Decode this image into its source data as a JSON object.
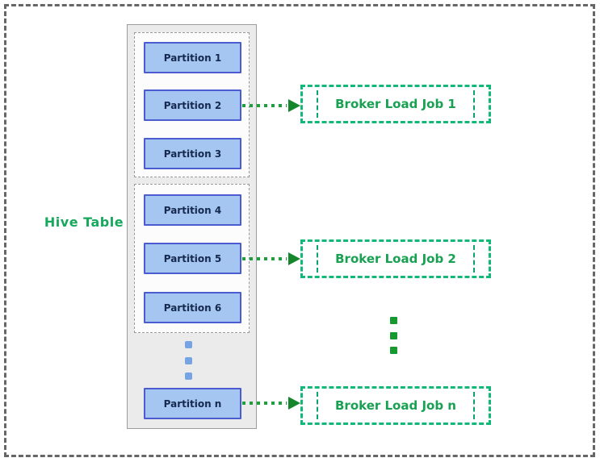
{
  "diagram": {
    "hive_table": {
      "label": "Hive Table"
    },
    "partitions": {
      "group1": [
        "Partition 1",
        "Partition 2",
        "Partition 3"
      ],
      "group2": [
        "Partition 4",
        "Partition 5",
        "Partition 6"
      ],
      "last": "Partition n"
    },
    "broker_jobs": [
      "Broker Load Job 1",
      "Broker Load Job 2",
      "Broker Load Job n"
    ],
    "colors": {
      "hive_label_green": "#16a85c",
      "broker_green": "#12b877",
      "broker_text_green": "#18a152",
      "arrow_green": "#1f9e3c",
      "arrow_head_green": "#15862c",
      "partition_fill": "#a4c6f1",
      "partition_border": "#4a5cd0",
      "partition_text": "#16294e",
      "container_fill": "#ebebeb",
      "container_border": "#9c9c9c",
      "blue_dot": "#76a3e3",
      "green_dot": "#169a30",
      "outer_border_gray": "#666666"
    }
  }
}
